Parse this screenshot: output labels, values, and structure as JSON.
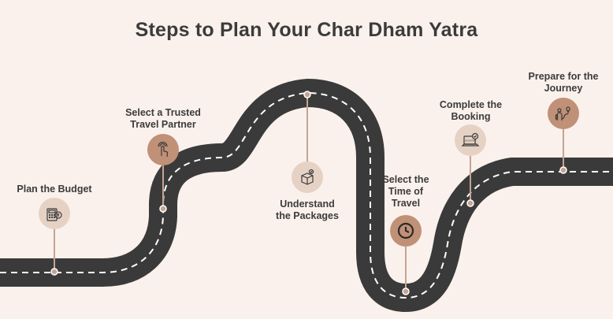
{
  "title": "Steps to Plan Your Char Dham Yatra",
  "steps": [
    {
      "label": "Plan the Budget",
      "icon": "budget-calculator-icon"
    },
    {
      "label": "Select a Trusted\nTravel Partner",
      "icon": "touch-hand-icon"
    },
    {
      "label": "Understand\nthe Packages",
      "icon": "package-box-icon"
    },
    {
      "label": "Select the\nTime of\nTravel",
      "icon": "clock-icon"
    },
    {
      "label": "Complete the\nBooking",
      "icon": "laptop-booking-icon",
      "icon_text": "BOOKING"
    },
    {
      "label": "Prepare for the\nJourney",
      "icon": "traveler-route-icon"
    }
  ],
  "colors": {
    "background": "#faf1ec",
    "road": "#3a3a3a",
    "road_dash": "#ffffff",
    "connector": "#c4a493",
    "icon_light": "#e6d2c4",
    "icon_dark": "#c09177",
    "text": "#3b3b3b"
  }
}
